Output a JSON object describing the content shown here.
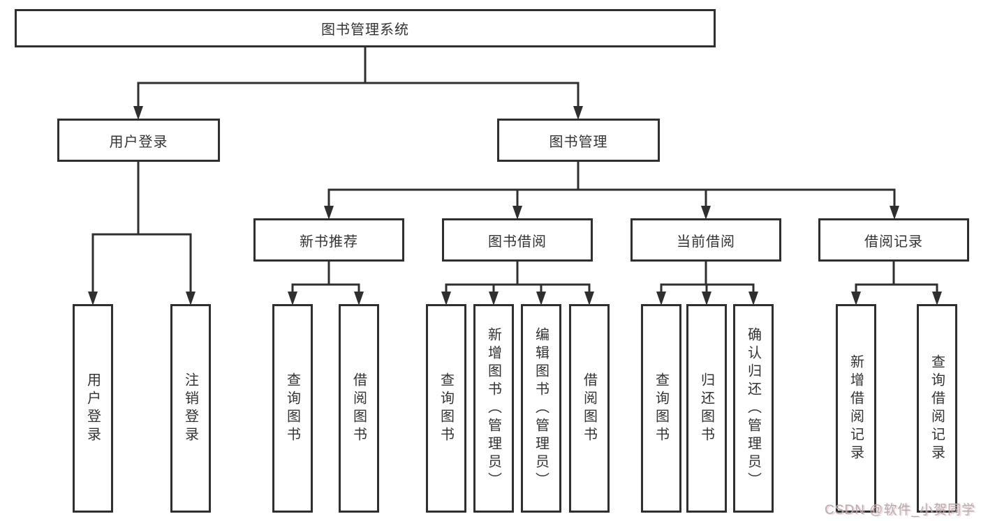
{
  "diagram": {
    "tree": {
      "root": {
        "label": "图书管理系统"
      },
      "level2": [
        {
          "label": "用户登录"
        },
        {
          "label": "图书管理"
        }
      ],
      "level3": [
        {
          "label": "新书推荐"
        },
        {
          "label": "图书借阅"
        },
        {
          "label": "当前借阅"
        },
        {
          "label": "借阅记录"
        }
      ],
      "leaves": {
        "user_login": [
          "用户登录",
          "注销登录"
        ],
        "new_books": [
          "查询图书",
          "借阅图书"
        ],
        "book_borrow": [
          "查询图书",
          "新增图书（管理员）",
          "编辑图书（管理员）",
          "借阅图书"
        ],
        "current_borrow": [
          "查询图书",
          "归还图书",
          "确认归还（管理员）"
        ],
        "borrow_records": [
          "新增借阅记录",
          "查询借阅记录"
        ]
      }
    },
    "watermark": "CSDN @软件_小贺同学",
    "colors": {
      "line": "#2f2f2f",
      "text": "#333333",
      "background": "#ffffff",
      "watermark": "#b0afaf"
    }
  }
}
